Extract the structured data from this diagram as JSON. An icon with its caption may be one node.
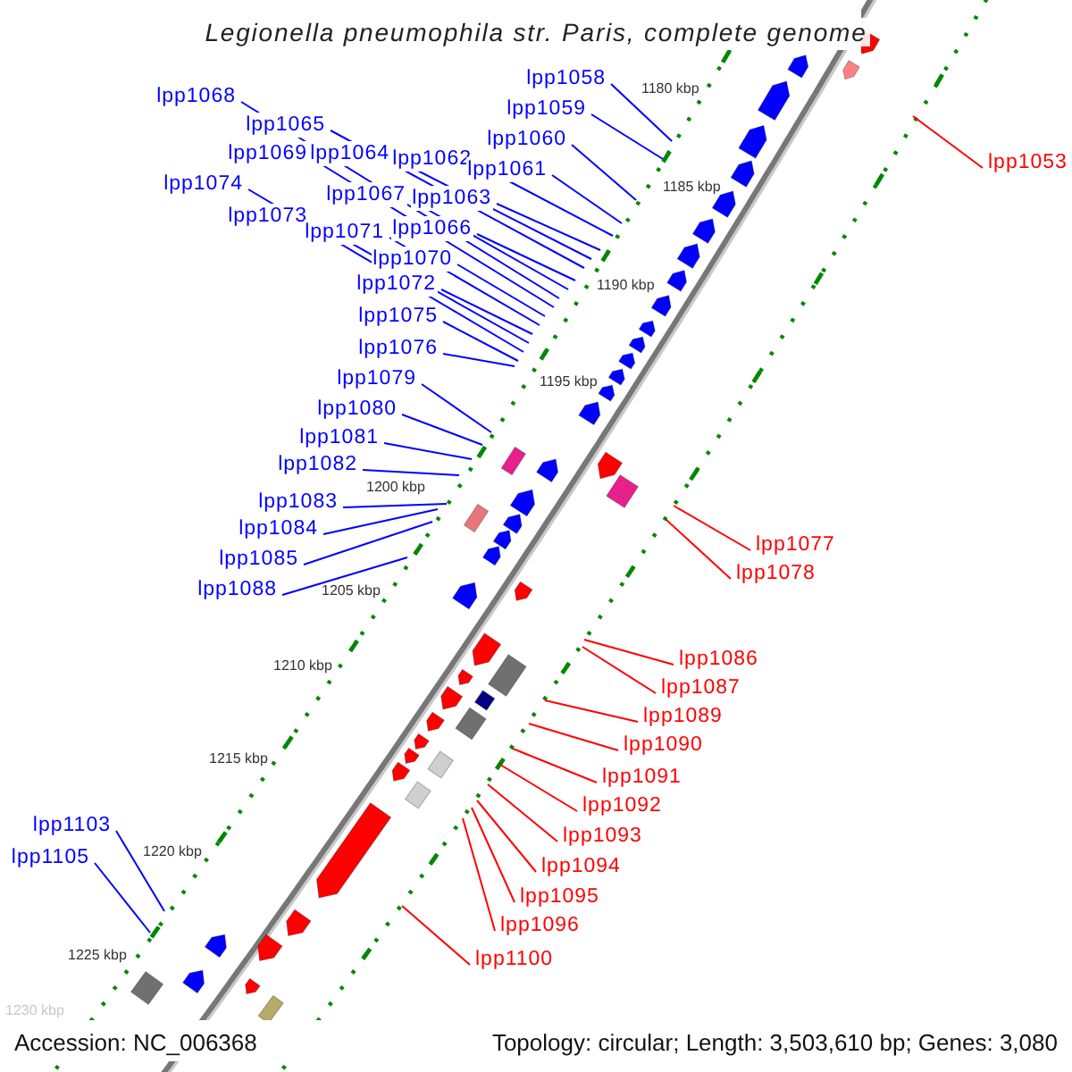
{
  "diagram": {
    "title": "Legionella pneumophila str. Paris, complete genome",
    "nodes": [
      {
        "text": [
          "lpp1058"
        ]
      },
      {
        "text": [
          "lpp1068"
        ]
      },
      {
        "text": [
          "lpp1059"
        ]
      },
      {
        "text": [
          "lpp1065"
        ]
      },
      {
        "text": [
          "lpp1060"
        ]
      },
      {
        "text": [
          "lpp1069"
        ]
      },
      {
        "text": [
          "lpp1064"
        ]
      },
      {
        "text": [
          "lpp1062"
        ]
      },
      {
        "text": [
          "lpp1053"
        ]
      },
      {
        "text": [
          "lpp1061"
        ]
      },
      {
        "text": [
          "lpp1074"
        ]
      },
      {
        "text": [
          "lpp1067"
        ]
      },
      {
        "text": [
          "lpp1063"
        ]
      },
      {
        "text": [
          "lpp1073"
        ]
      },
      {
        "text": [
          "lpp1066"
        ]
      },
      {
        "text": [
          "lpp1071"
        ]
      },
      {
        "text": [
          "lpp1070"
        ]
      },
      {
        "text": [
          "lpp1072"
        ]
      },
      {
        "text": [
          "lpp1075"
        ]
      },
      {
        "text": [
          "lpp1076"
        ]
      },
      {
        "text": [
          "lpp1079"
        ]
      },
      {
        "text": [
          "lpp1080"
        ]
      },
      {
        "text": [
          "lpp1081"
        ]
      },
      {
        "text": [
          "lpp1082"
        ]
      },
      {
        "text": [
          "lpp1083"
        ]
      },
      {
        "text": [
          "lpp1084"
        ]
      },
      {
        "text": [
          "lpp1077"
        ]
      },
      {
        "text": [
          "lpp1085"
        ]
      },
      {
        "text": [
          "lpp1078"
        ]
      },
      {
        "text": [
          "lpp1088"
        ]
      },
      {
        "text": [
          "lpp1086"
        ]
      },
      {
        "text": [
          "lpp1087"
        ]
      },
      {
        "text": [
          "lpp1089"
        ]
      },
      {
        "text": [
          "lpp1090"
        ]
      },
      {
        "text": [
          "lpp1091"
        ]
      },
      {
        "text": [
          "lpp1092"
        ]
      },
      {
        "text": [
          "lpp1093"
        ]
      },
      {
        "text": [
          "lpp1094"
        ]
      },
      {
        "text": [
          "lpp1095"
        ]
      },
      {
        "text": [
          "lpp1096"
        ]
      },
      {
        "text": [
          "lpp1103"
        ]
      },
      {
        "text": [
          "lpp1105"
        ]
      },
      {
        "text": [
          "lpp1100"
        ]
      }
    ],
    "edges": [
      {
        "from": 0,
        "to": null,
        "arrow": "none"
      },
      {
        "from": 1,
        "to": null,
        "arrow": "none"
      },
      {
        "from": 2,
        "to": null,
        "arrow": "none"
      },
      {
        "from": 3,
        "to": null,
        "arrow": "none"
      },
      {
        "from": 4,
        "to": null,
        "arrow": "none"
      },
      {
        "from": 5,
        "to": null,
        "arrow": "none"
      },
      {
        "from": 6,
        "to": null,
        "arrow": "none"
      },
      {
        "from": 7,
        "to": null,
        "arrow": "none"
      },
      {
        "from": 8,
        "to": null,
        "arrow": "none",
        "color": "#ff0000"
      },
      {
        "from": 9,
        "to": null,
        "arrow": "none"
      },
      {
        "from": 10,
        "to": null,
        "arrow": "none"
      },
      {
        "from": 11,
        "to": null,
        "arrow": "none"
      },
      {
        "from": 12,
        "to": null,
        "arrow": "none"
      },
      {
        "from": 13,
        "to": null,
        "arrow": "none"
      },
      {
        "from": 14,
        "to": null,
        "arrow": "none"
      },
      {
        "from": 15,
        "to": null,
        "arrow": "none"
      },
      {
        "from": 16,
        "to": null,
        "arrow": "none"
      },
      {
        "from": 17,
        "to": null,
        "arrow": "none"
      },
      {
        "from": 18,
        "to": null,
        "arrow": "none"
      },
      {
        "from": 19,
        "to": null,
        "arrow": "none"
      },
      {
        "from": 20,
        "to": null,
        "arrow": "none"
      },
      {
        "from": 21,
        "to": null,
        "arrow": "none"
      },
      {
        "from": 22,
        "to": null,
        "arrow": "none"
      },
      {
        "from": 23,
        "to": null,
        "arrow": "none"
      },
      {
        "from": 24,
        "to": null,
        "arrow": "none"
      },
      {
        "from": 25,
        "to": null,
        "arrow": "none"
      },
      {
        "from": 26,
        "to": null,
        "arrow": "none",
        "color": "#ff0000"
      },
      {
        "from": 27,
        "to": null,
        "arrow": "none"
      },
      {
        "from": 28,
        "to": null,
        "arrow": "none",
        "color": "#ff0000"
      },
      {
        "from": 29,
        "to": null,
        "arrow": "none"
      },
      {
        "from": 30,
        "to": null,
        "arrow": "none",
        "color": "#ff0000"
      },
      {
        "from": 31,
        "to": null,
        "arrow": "none",
        "color": "#ff0000"
      },
      {
        "from": 32,
        "to": null,
        "arrow": "none",
        "color": "#ff0000"
      },
      {
        "from": 33,
        "to": null,
        "arrow": "none",
        "color": "#ff0000"
      },
      {
        "from": 34,
        "to": null,
        "arrow": "none",
        "color": "#ff0000"
      },
      {
        "from": 35,
        "to": null,
        "arrow": "none",
        "color": "#ff0000"
      },
      {
        "from": 36,
        "to": null,
        "arrow": "none",
        "color": "#ff0000"
      },
      {
        "from": 37,
        "to": null,
        "arrow": "none",
        "color": "#ff0000"
      },
      {
        "from": 38,
        "to": null,
        "arrow": "none",
        "color": "#ff0000"
      },
      {
        "from": 39,
        "to": null,
        "arrow": "none",
        "color": "#ff0000"
      },
      {
        "from": 40,
        "to": null,
        "arrow": "none"
      },
      {
        "from": 41,
        "to": null,
        "arrow": "none"
      },
      {
        "from": 42,
        "to": null,
        "arrow": "none",
        "color": "#ff0000"
      }
    ],
    "labels": [
      "1180 kbp",
      "1185 kbp",
      "1190 kbp",
      "1195 kbp",
      "1200 kbp",
      "1205 kbp",
      "1210 kbp",
      "1215 kbp",
      "1220 kbp",
      "1225 kbp",
      "1230 kbp",
      "Accession: NC_006368",
      "Topology: circular; Length: 3,503,610 bp; Genes: 3,080"
    ]
  }
}
